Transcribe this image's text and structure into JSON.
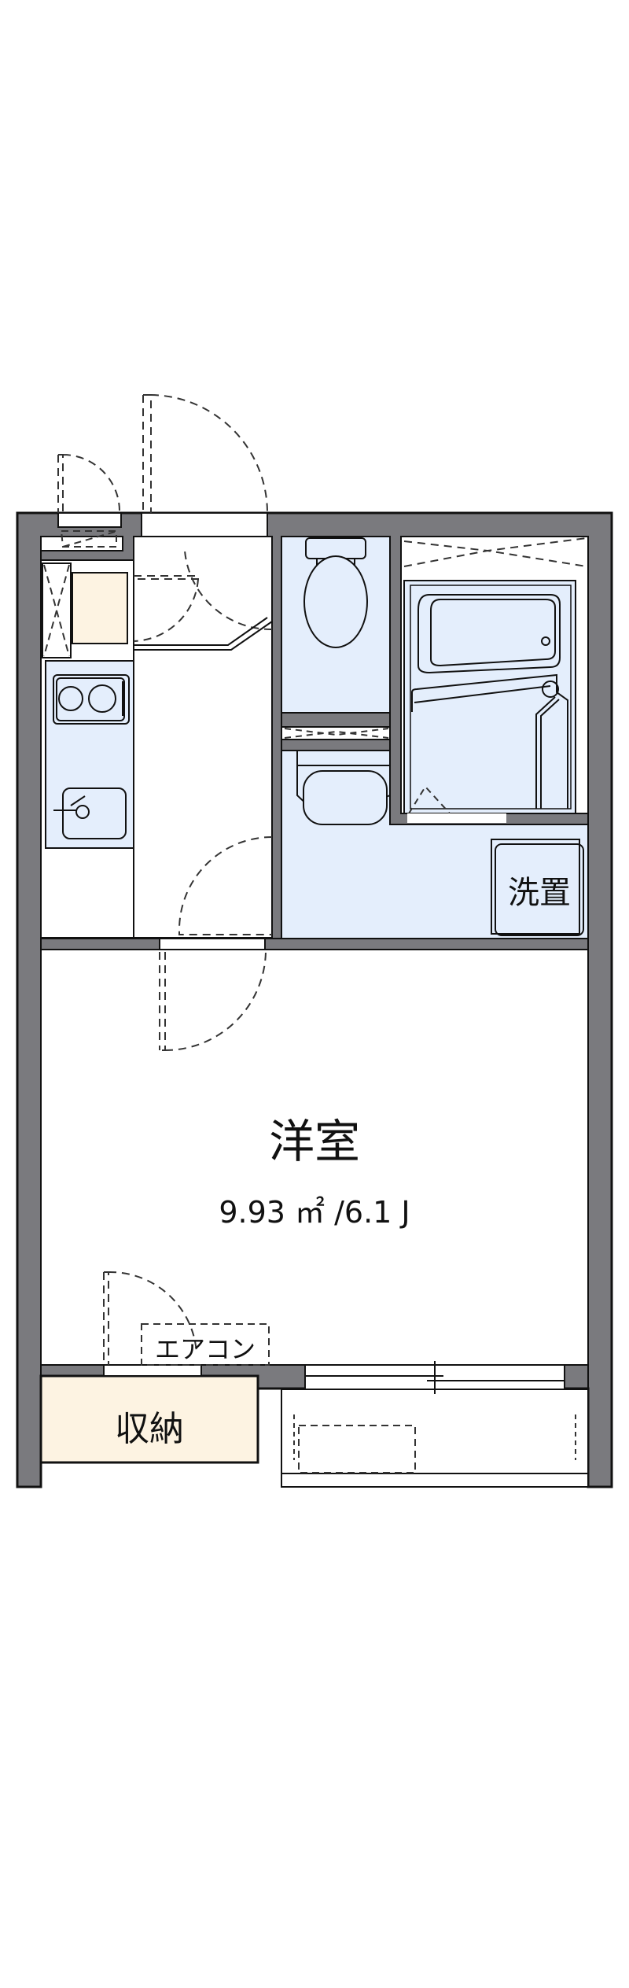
{
  "colors": {
    "wall": "#7a7a7e",
    "wall_outline": "#111111",
    "wet_area": "#e4eefc",
    "storage": "#fdf3e2",
    "floor": "#ffffff",
    "dash": "#333333"
  },
  "rooms": {
    "western_room": {
      "name": "洋室",
      "area": "9.93 ㎡ /6.1 J"
    },
    "laundry": {
      "label": "洗置"
    },
    "aircon": {
      "label": "エアコン"
    },
    "storage": {
      "label": "収納"
    }
  },
  "fixtures": [
    "toilet",
    "unit-bath",
    "washbasin",
    "kitchen-stove",
    "kitchen-sink",
    "shoe-cabinet",
    "laundry-space",
    "balcony",
    "sliding-window"
  ]
}
